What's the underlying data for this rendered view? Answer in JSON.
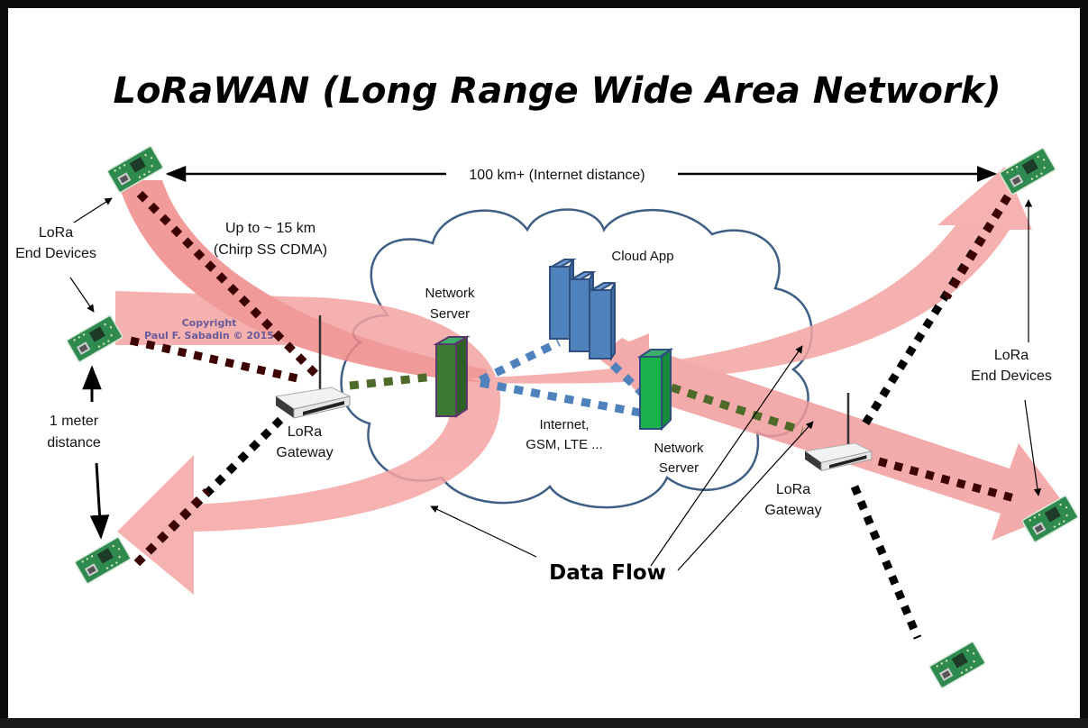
{
  "title": "LoRaWAN (Long Range Wide Area Network)",
  "labels": {
    "internet_distance": "100 km+ (Internet distance)",
    "range_line1": "Up to  ~ 15 km",
    "range_line2": "(Chirp SS CDMA)",
    "end_devices_left_line1": "LoRa",
    "end_devices_left_line2": "End Devices",
    "end_devices_right_line1": "LoRa",
    "end_devices_right_line2": "End Devices",
    "one_meter_line1": "1 meter",
    "one_meter_line2": "distance",
    "gateway_left_line1": "LoRa",
    "gateway_left_line2": "Gateway",
    "gateway_right_line1": "LoRa",
    "gateway_right_line2": "Gateway",
    "network_server_left_line1": "Network",
    "network_server_left_line2": "Server",
    "network_server_right_line1": "Network",
    "network_server_right_line2": "Server",
    "cloud_app": "Cloud App",
    "internet_line1": "Internet,",
    "internet_line2": "GSM, LTE ...",
    "data_flow": "Data Flow",
    "copyright_line1": "Copyright",
    "copyright_line2": "Paul F. Sabadin © 2015"
  },
  "colors": {
    "flow_arrow": "#f4a3a3",
    "flow_arrow_dark": "#e8706f",
    "cloud_outline": "#3f5f86",
    "server_green": "#3f7a34",
    "server_green_bright": "#19b24a",
    "cloud_app_blue": "#4f81bd",
    "link_green": "#4e6b2a",
    "link_blue": "#4f81bd",
    "link_darkred": "#3d0000",
    "link_black": "#000000",
    "copyright": "#6a5a9a",
    "pcb_green": "#2f8a4f"
  }
}
